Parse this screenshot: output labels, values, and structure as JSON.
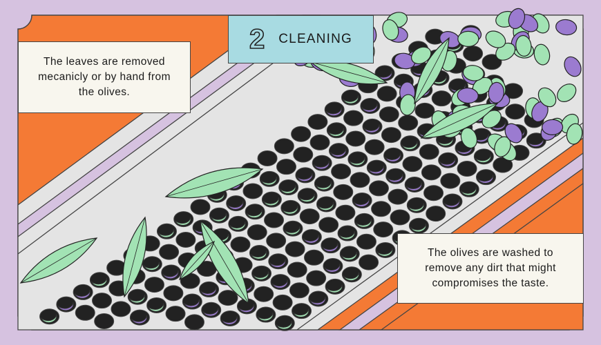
{
  "step": {
    "number": "2",
    "title": "CLEANING"
  },
  "notes": {
    "left": "The leaves are removed mecanicly or by hand from the olives.",
    "right": "The olives are washed to remove any dirt that might compromises the taste."
  },
  "colors": {
    "background": "#d6c2e0",
    "panel": "#f47a35",
    "rail": "#e4e4e4",
    "stripe": "#d6c2e0",
    "hole": "#222222",
    "olive_purple": "#9b7bd0",
    "olive_green": "#a2e3b4",
    "leaf": "#a2e3b4"
  }
}
